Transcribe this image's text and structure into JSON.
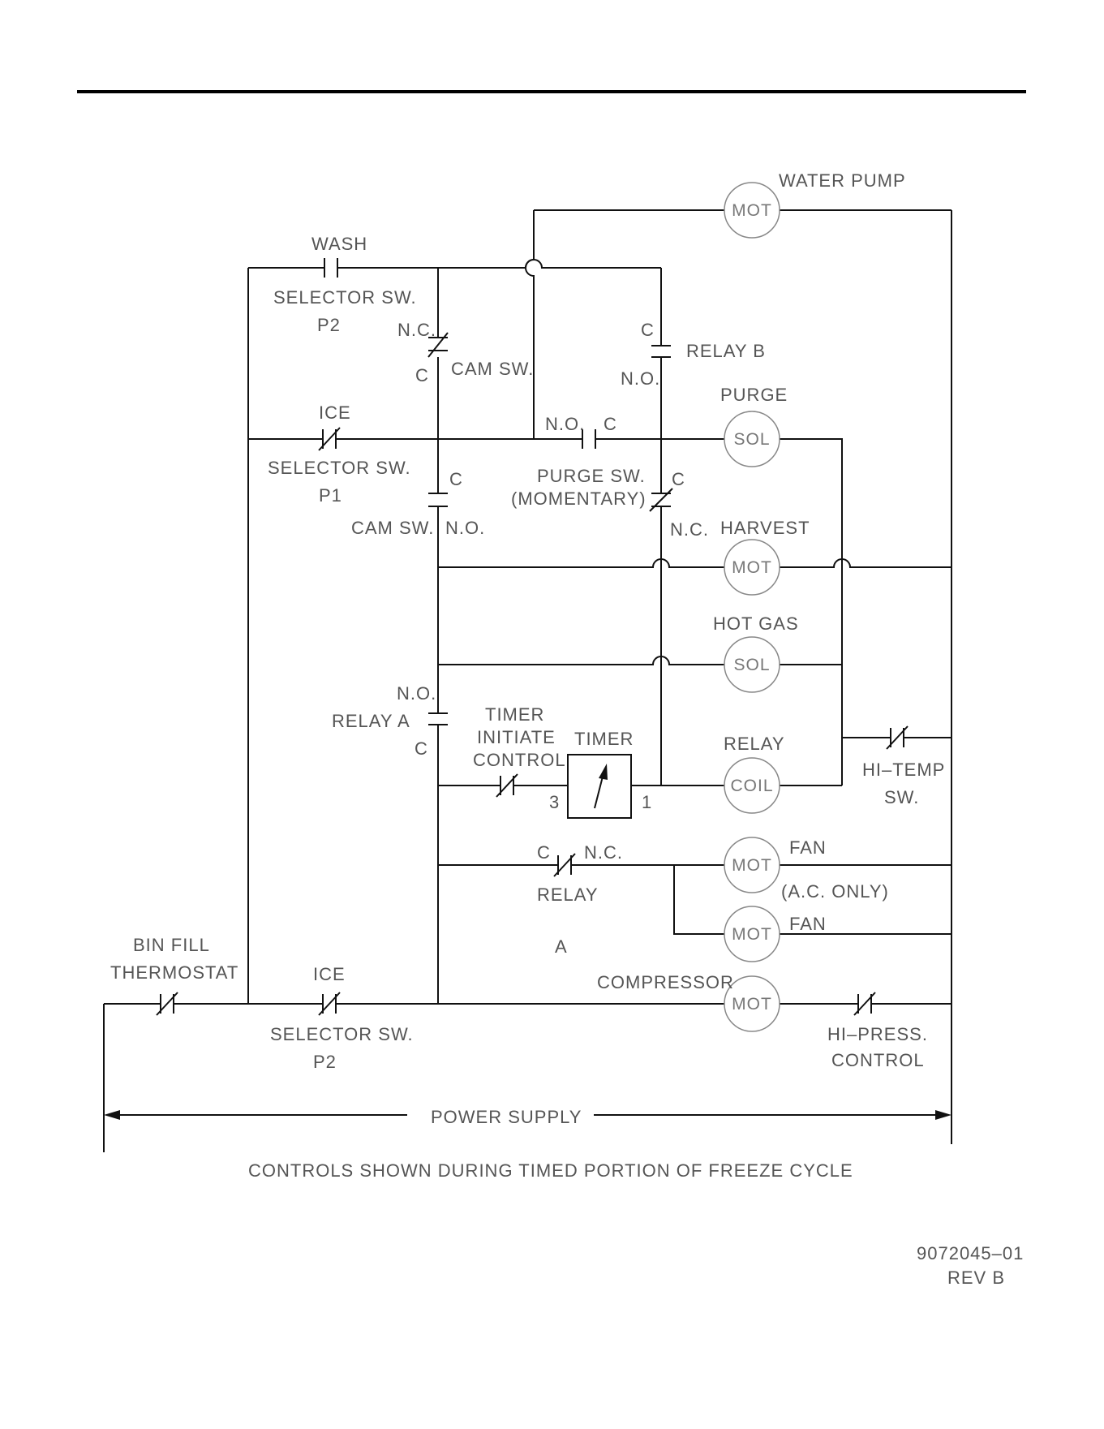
{
  "diagram": {
    "labels": {
      "water_pump": "WATER  PUMP",
      "wash": "WASH",
      "selector_sw": "SELECTOR  SW.",
      "p2": "P2",
      "p1": "P1",
      "nc": "N.C.",
      "no": "N.O.",
      "c": "C",
      "cam_sw": "CAM  SW.",
      "relay_b": "RELAY  B",
      "purge": "PURGE",
      "ice": "ICE",
      "purge_sw": "PURGE  SW.",
      "momentary": "(MOMENTARY)",
      "harvest": "HARVEST",
      "hot_gas": "HOT  GAS",
      "relay_a": "RELAY  A",
      "timer_initiate_1": "TIMER",
      "timer_initiate_2": "INITIATE",
      "timer_initiate_3": "CONTROL",
      "timer": "TIMER",
      "timer_pin_3": "3",
      "timer_pin_1": "1",
      "relay": "RELAY",
      "coil": "COIL",
      "hi_temp_1": "HI–TEMP",
      "hi_temp_2": "SW.",
      "fan": "FAN",
      "ac_only": "(A.C.  ONLY)",
      "relay_2": "RELAY",
      "a": "A",
      "bin_fill_1": "BIN  FILL",
      "bin_fill_2": "THERMOSTAT",
      "compressor": "COMPRESSOR",
      "hi_press_1": "HI–PRESS.",
      "hi_press_2": "CONTROL",
      "power_supply": "POWER  SUPPLY",
      "caption": "CONTROLS  SHOWN  DURING  TIMED  PORTION  OF  FREEZE  CYCLE",
      "doc_number": "9072045–01",
      "revision": "REV  B"
    },
    "components": {
      "mot": "MOT",
      "sol": "SOL"
    }
  }
}
